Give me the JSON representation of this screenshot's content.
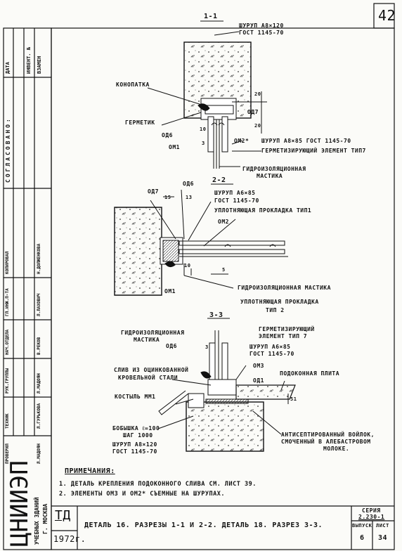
{
  "sheet_number": "42",
  "sections": {
    "s1": {
      "title": "1-1",
      "labels": {
        "screw": "ШУРУП А8×120",
        "screw_std": "ГОСТ 1145-70",
        "kompatka": "КОНОПАТКА",
        "germetik": "ГЕРМЕТИК",
        "od6": "ОД6",
        "od7": "ОД7",
        "om1": "ОМ1",
        "om2": "ОМ2*",
        "screw2": "ШУРУП А8×85 ГОСТ 1145-70",
        "seal_el": "ГЕРМЕТИЗИРУЮЩИЙ ЭЛЕМЕНТ ТИП7",
        "hydro1": "ГИДРОИЗОЛЯЦИОННАЯ",
        "hydro2": "МАСТИКА",
        "dim20a": "20",
        "dim20b": "20",
        "dim10": "10",
        "dim3": "3"
      }
    },
    "s2": {
      "title": "2-2",
      "labels": {
        "od7": "ОД7",
        "od6": "ОД6",
        "d15": "15",
        "d13": "13",
        "screw": "ШУРУП А6×85",
        "screw_std": "ГОСТ 1145-70",
        "gasket1": "УПЛОТНЯЮЩАЯ ПРОКЛАДКА ТИП1",
        "om2": "ОМ2",
        "om1": "ОМ1",
        "hydro": "ГИДРОИЗОЛЯЦИОННАЯ МАСТИКА",
        "gasket2a": "УПЛОТНЯЮЩАЯ ПРОКЛАДКА",
        "gasket2b": "ТИП 2",
        "d10": "10",
        "d5": "5"
      }
    },
    "s3": {
      "title": "3-3",
      "labels": {
        "hydro1": "ГИДРОИЗОЛЯЦИОННАЯ",
        "hydro2": "МАСТИКА",
        "od6": "ОД6",
        "d3": "3",
        "seal1": "ГЕРМЕТИЗИРУЮЩИЙ",
        "seal2": "ЭЛЕМЕНТ ТИП 7",
        "screw": "ШУРУП А6×85",
        "screw_std": "ГОСТ 1145-70",
        "om3": "ОМ3",
        "sill": "ПОДОКОННАЯ ПЛИТА",
        "od1": "ОД1",
        "drip1": "СЛИВ ИЗ ОЦИНКОВАННОЙ",
        "drip2": "КРОВЕЛЬНОЙ СТАЛИ",
        "kostyl": "КОСТЫЛЬ ММ1",
        "d51": "51",
        "bob1": "БОБЫШКА ℓ=100",
        "bob2": "ШАГ 1000",
        "bob3": "ШУРУП А8×120",
        "bob4": "ГОСТ 1145-70",
        "felt1": "АНТИСЕПТИРОВАННЫЙ ВОЙЛОК,",
        "felt2": "СМОЧЕННЫЙ В АЛЕБАСТРОВОМ",
        "felt3": "МОЛОКЕ."
      }
    }
  },
  "notes": {
    "title": "ПРИМЕЧАНИЯ:",
    "items": [
      "1. ДЕТАЛЬ КРЕПЛЕНИЯ ПОДОКОННОГО СЛИВА СМ. ЛИСТ 39.",
      "2. ЭЛЕМЕНТЫ ОМ3 И ОМ2* СЪЕМНЫЕ НА ШУРУПАХ."
    ]
  },
  "title_block": {
    "org": "ЦНИИЭП",
    "org_sub1": "УЧЕБНЫХ ЗДАНИЙ",
    "org_sub2": "Г. МОСКВА",
    "td": "ТД",
    "year": "1972г.",
    "title": "ДЕТАЛЬ 16. РАЗРЕЗЫ 1-1 И 2-2. ДЕТАЛЬ 18. РАЗРЕЗ 3-3.",
    "series_label": "СЕРИЯ",
    "series_value": "2.230-1",
    "issue_label": "ВЫПУСК",
    "issue_value": "6",
    "sheet_label": "ЛИСТ",
    "sheet_value": "34"
  },
  "side_stamp": {
    "col1": [
      "ДАТА",
      "ИНВЕНТ. №",
      "ВЗАМЕН"
    ],
    "col2": "СОГЛАСОВАНО:",
    "roles": [
      "ПРОВЕРИЛ",
      "ТЕХНИК",
      "РУК.ГРУППЫ",
      "НАЧ.ОТДЕЛА",
      "ГЛ.ИНЖ.П-ТА",
      "КОПИРОВАЛ"
    ],
    "names": [
      "Л.МАДОЯН",
      "Л.ГУРЬКОВА",
      "Л.МАДОЯН",
      "В.РЕКОВ",
      "Л.ЛАХОВИЧ",
      "Н.ДОЛЖЕНКОВА"
    ]
  },
  "colors": {
    "ink": "#111111",
    "paper": "#fbfbf8"
  }
}
